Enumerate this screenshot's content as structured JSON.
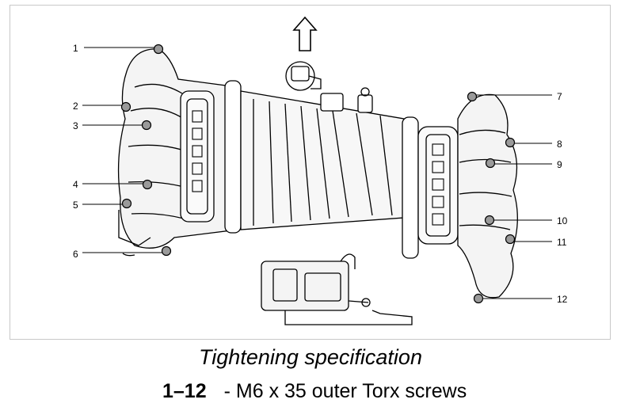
{
  "diagram": {
    "callouts": [
      {
        "n": "1"
      },
      {
        "n": "2"
      },
      {
        "n": "3"
      },
      {
        "n": "4"
      },
      {
        "n": "5"
      },
      {
        "n": "6"
      },
      {
        "n": "7"
      },
      {
        "n": "8"
      },
      {
        "n": "9"
      },
      {
        "n": "10"
      },
      {
        "n": "11"
      },
      {
        "n": "12"
      }
    ],
    "direction_arrow": "up-arrow-icon"
  },
  "caption": {
    "title": "Tightening specification",
    "range": "1–12",
    "description": "- M6 x 35 outer Torx screws"
  }
}
